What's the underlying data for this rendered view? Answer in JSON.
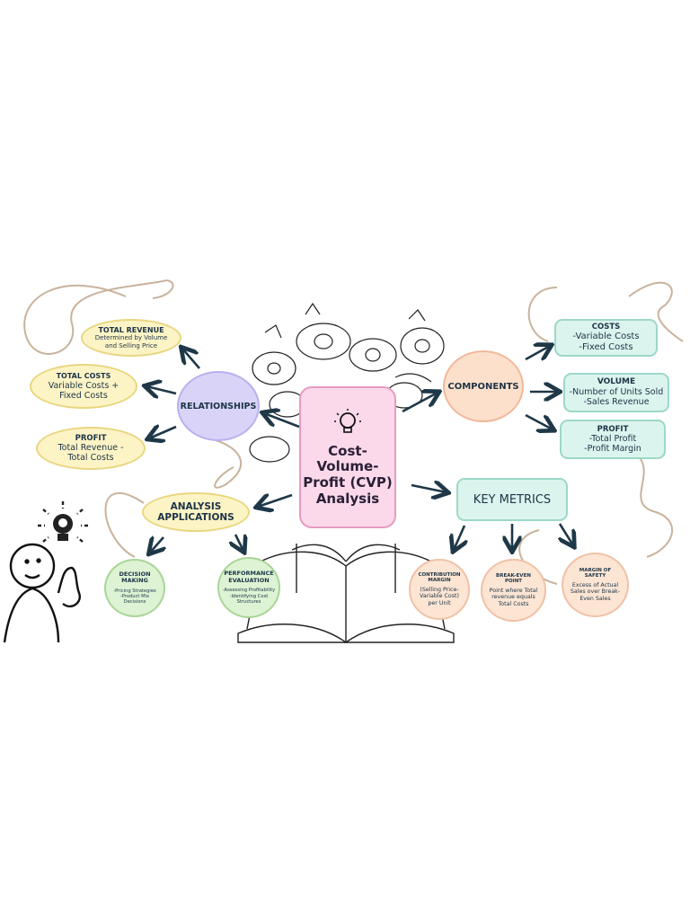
{
  "center": {
    "line1": "Cost-",
    "line2": "Volume-",
    "line3": "Profit (CVP)",
    "line4": "Analysis"
  },
  "relationships": {
    "label": "RELATIONSHIPS",
    "total_revenue": {
      "title": "TOTAL REVENUE",
      "l1": "Determined by Volume",
      "l2": "and Selling Price"
    },
    "total_costs": {
      "title": "TOTAL COSTS",
      "l1": "Variable Costs +",
      "l2": "Fixed Costs"
    },
    "profit": {
      "title": "PROFIT",
      "l1": "Total Revenue -",
      "l2": "Total Costs"
    }
  },
  "components": {
    "label": "COMPONENTS",
    "costs": {
      "title": "COSTS",
      "l1": "-Variable Costs",
      "l2": "-Fixed Costs"
    },
    "volume": {
      "title": "VOLUME",
      "l1": "-Number of Units Sold",
      "l2": "-Sales Revenue"
    },
    "profit": {
      "title": "PROFIT",
      "l1": "-Total Profit",
      "l2": "-Profit Margin"
    }
  },
  "key_metrics": {
    "label": "KEY METRICS",
    "contribution_margin": {
      "title1": "CONTRIBUTION",
      "title2": "MARGIN",
      "l1": "(Selling Price-",
      "l2": "Variable Cost)",
      "l3": "per Unit"
    },
    "break_even": {
      "title1": "BREAK-EVEN",
      "title2": "POINT",
      "l1": "Point where Total",
      "l2": "revenue equals",
      "l3": "Total Costs"
    },
    "margin_of_safety": {
      "title1": "MARGIN OF",
      "title2": "SAFETY",
      "l1": "Excess of Actual",
      "l2": "Sales over Break-",
      "l3": "Even Sales"
    }
  },
  "analysis": {
    "label1": "ANALYSIS",
    "label2": "APPLICATIONS",
    "decision": {
      "title1": "DECISION",
      "title2": "MAKING",
      "l1": "-Pricing Strategies",
      "l2": "-Product Mix",
      "l3": "Decisions"
    },
    "performance": {
      "title1": "PERFORMANCE",
      "title2": "EVALUATION",
      "l1": "-Assessing Profitability",
      "l2": "-Identifying Cost",
      "l3": "Structures"
    }
  },
  "colors": {
    "center": "#fbd9ea",
    "relationships": "#d9d4f7",
    "components": "#fde0cc",
    "metrics": "#dcf4ee",
    "analysis": "#fdf4c6",
    "applications": "#ddf3d4",
    "arrow": "#1f3848",
    "squiggle": "#c8b29c"
  },
  "icons": [
    "lightbulb-icon",
    "flower-decoration",
    "open-book-illustration",
    "thinking-person-illustration"
  ]
}
